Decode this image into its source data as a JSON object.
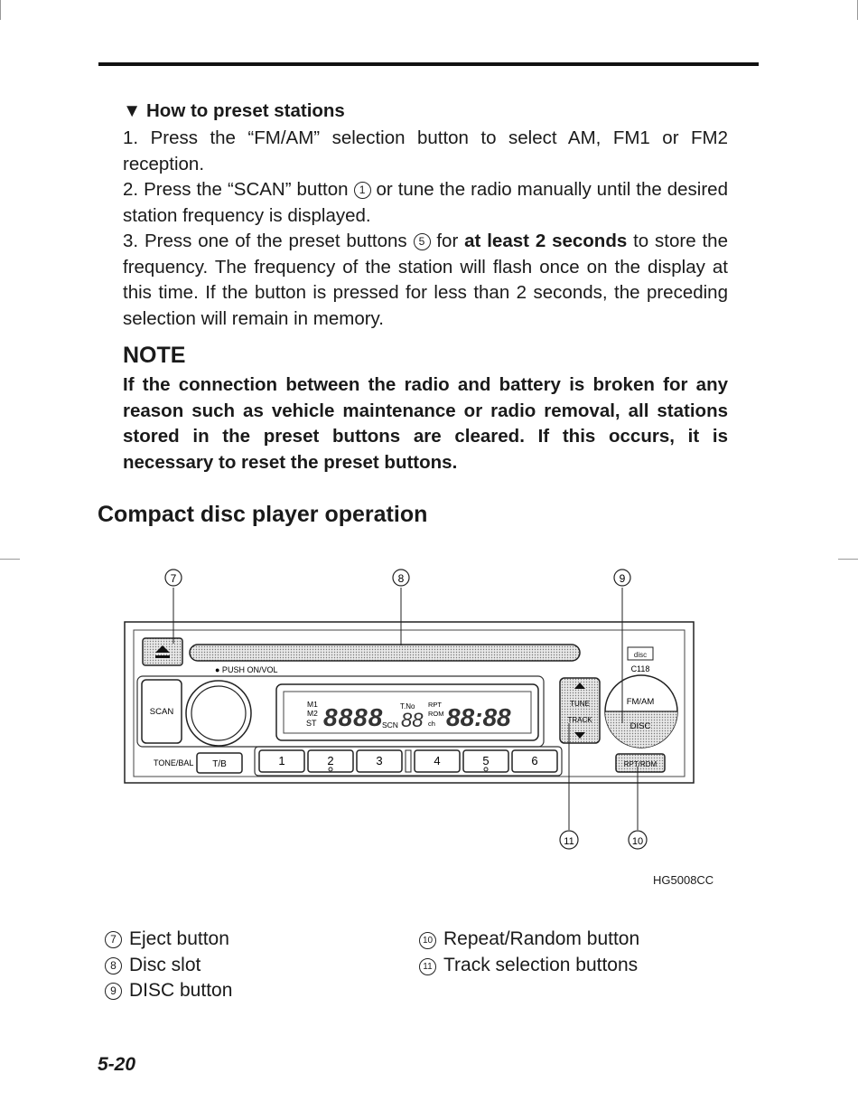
{
  "section": {
    "marker": "▼",
    "title": "How to preset stations",
    "steps": [
      "1. Press the “FM/AM” selection button to select AM, FM1 or FM2 reception.",
      "2. Press the “SCAN” button",
      "or tune the radio manually until the desired station frequency is displayed.",
      "3. Press one of the preset buttons",
      "for",
      "at least 2 seconds",
      "to store the frequency. The frequency of the station will flash once on the display at this time. If the button is pressed for less than 2 seconds, the preceding selection will remain in memory."
    ],
    "step2_ref": "1",
    "step3_ref": "5"
  },
  "note": {
    "heading": "NOTE",
    "body": "If the connection between the radio and battery is broken for any reason such as vehicle maintenance or radio removal, all stations stored in the preset buttons are cleared. If this occurs, it is necessary to reset the preset buttons."
  },
  "cd": {
    "title": "Compact disc player operation",
    "callouts": [
      "7",
      "8",
      "9",
      "10",
      "11"
    ],
    "panel": {
      "push_label": "● PUSH ON/VOL",
      "scan": "SCAN",
      "tone_bal": "TONE/BAL",
      "tb": "T/B",
      "presets": [
        "1",
        "2",
        "3",
        "4",
        "5",
        "6"
      ],
      "tune": "TUNE",
      "track": "TRACK",
      "fm_am": "FM/AM",
      "disc": "DISC",
      "rpt_rdm": "RPT/RDM",
      "model": "C118",
      "display": {
        "m1": "M1",
        "m2": "M2",
        "st": "ST",
        "scn": "SCN",
        "tno": "T.No",
        "rpt": "RPT",
        "rom": "ROM",
        "ch": "ch"
      }
    },
    "figure_code": "HG5008CC"
  },
  "legend": {
    "left": [
      {
        "num": "7",
        "label": "Eject button"
      },
      {
        "num": "8",
        "label": "Disc slot"
      },
      {
        "num": "9",
        "label": "DISC button"
      }
    ],
    "right": [
      {
        "num": "10",
        "label": "Repeat/Random button"
      },
      {
        "num": "11",
        "label": "Track selection buttons"
      }
    ]
  },
  "page_number": "5-20"
}
